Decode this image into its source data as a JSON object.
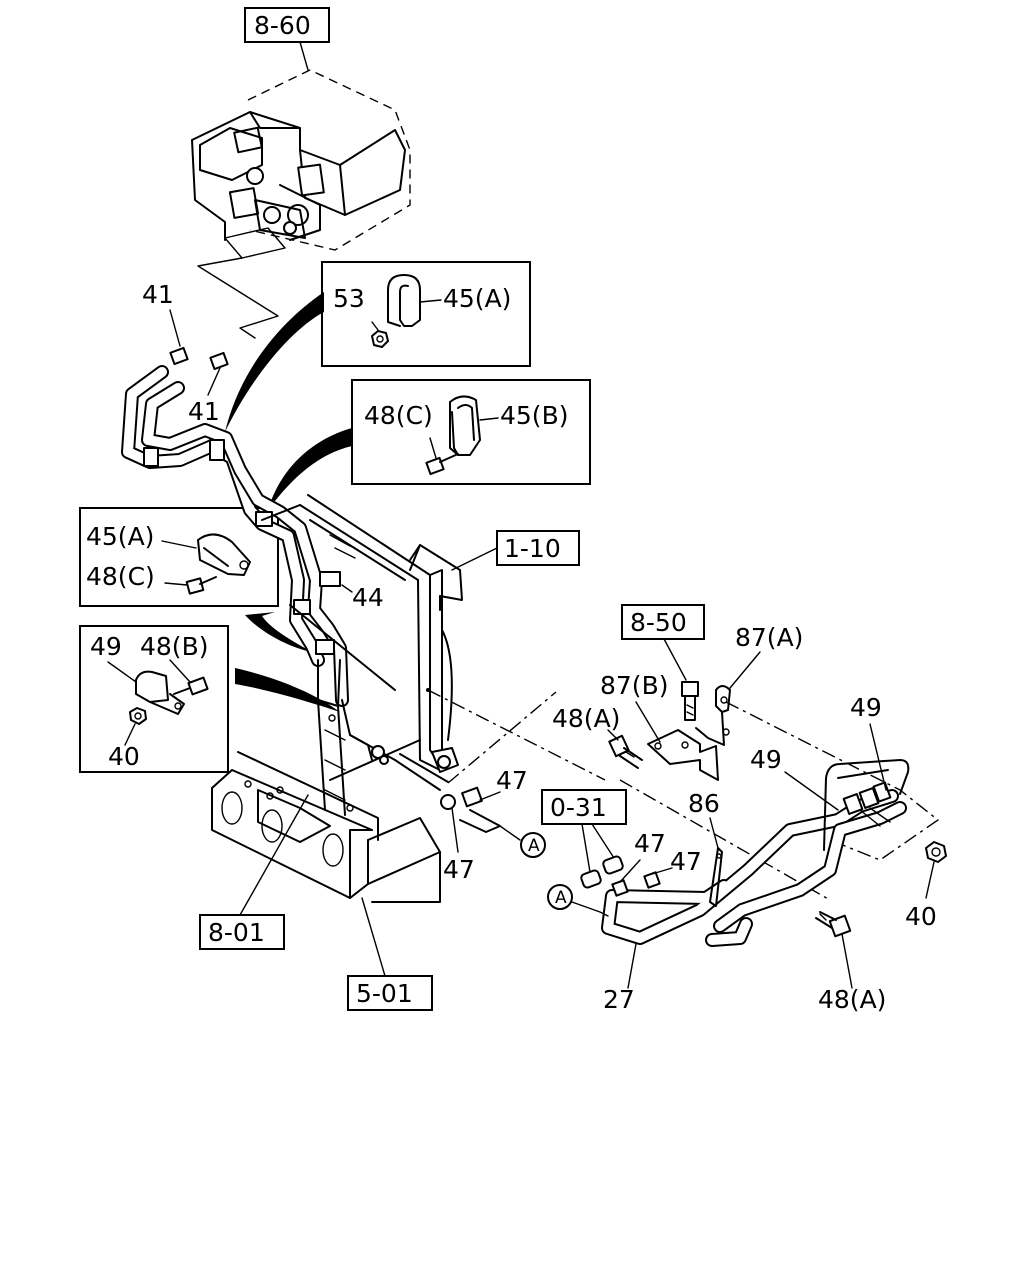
{
  "figure": {
    "ref_labels": {
      "ref_860": "8-60",
      "ref_110": "1-10",
      "ref_850": "8-50",
      "ref_031": "0-31",
      "ref_801": "8-01",
      "ref_501": "5-01"
    },
    "part_labels": {
      "p41_top": "41",
      "p41_mid": "41",
      "p53": "53",
      "p45a_inset1": "45(A)",
      "p48c_inset2": "48(C)",
      "p45b_inset2": "45(B)",
      "p45a_inset3": "45(A)",
      "p48c_inset3": "48(C)",
      "p44": "44",
      "p49_inset4": "49",
      "p48b_inset4": "48(B)",
      "p40_inset4": "40",
      "p87a": "87(A)",
      "p87b": "87(B)",
      "p48a_mid": "48(A)",
      "p49_right_top": "49",
      "p49_right_mid": "49",
      "p47_a": "47",
      "p47_b": "47",
      "p86": "86",
      "p47_c": "47",
      "p47_d": "47",
      "p40_right": "40",
      "p27": "27",
      "p48a_bottom": "48(A)"
    },
    "circle_markers": {
      "marker_a_right": "A",
      "marker_a_left": "A"
    }
  }
}
